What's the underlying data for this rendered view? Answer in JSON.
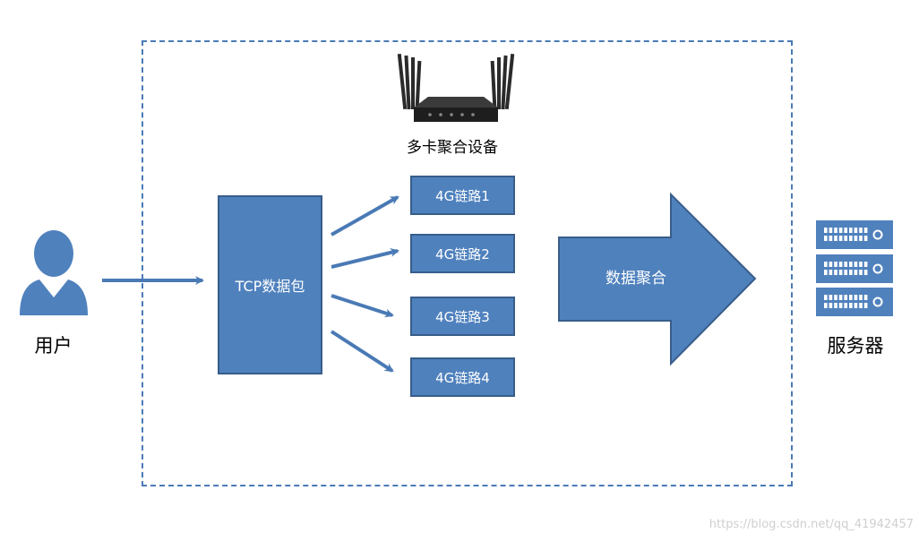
{
  "labels": {
    "device": "多卡聚合设备",
    "user": "用户",
    "server": "服务器",
    "tcp": "TCP数据包",
    "aggregation": "数据聚合"
  },
  "links": [
    {
      "label": "4G链路1"
    },
    {
      "label": "4G链路2"
    },
    {
      "label": "4G链路3"
    },
    {
      "label": "4G链路4"
    }
  ],
  "watermark": "https://blog.csdn.net/qq_41942457",
  "colors": {
    "box_fill": "#4f81bd",
    "box_border": "#385d8a",
    "arrow": "#4a7ab5",
    "dashed_border": "#4a7ab5"
  },
  "icons": [
    "user-icon",
    "router-icon",
    "server-rack-icon"
  ]
}
